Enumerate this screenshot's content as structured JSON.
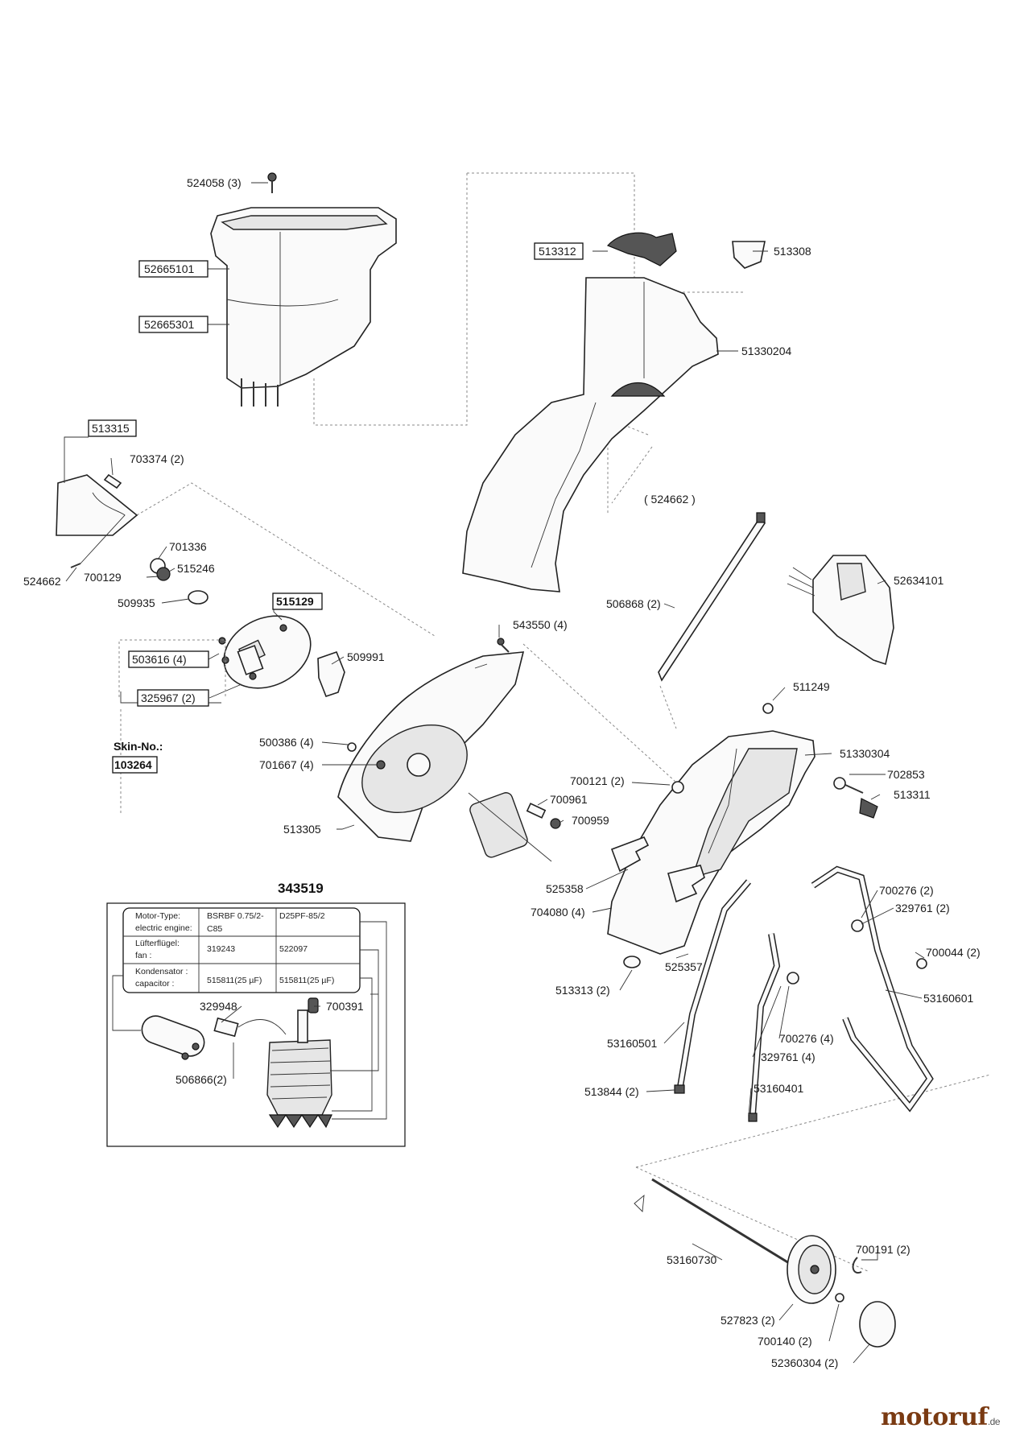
{
  "labels": {
    "p524058": "524058 (3)",
    "p52665101": "52665101",
    "p52665301": "52665301",
    "p513312": "513312",
    "p513308": "513308",
    "p51330204": "51330204",
    "p524662_paren": "( 524662 )",
    "p513315": "513315",
    "p703374": "703374 (2)",
    "p701336": "701336",
    "p515246": "515246",
    "p524662": "524662",
    "p700129": "700129",
    "p509935": "509935",
    "p515129": "515129",
    "p503616": "503616 (4)",
    "p325967": "325967 (2)",
    "p509991": "509991",
    "skin_no": "Skin-No.:",
    "p103264": "103264",
    "p543550": "543550 (4)",
    "p506868": "506868 (2)",
    "p52634101": "52634101",
    "p511249": "511249",
    "p500386": "500386 (4)",
    "p701667": "701667 (4)",
    "p51330304": "51330304",
    "p702853": "702853",
    "p513311": "513311",
    "p700121": "700121 (2)",
    "p700961": "700961",
    "p700959": "700959",
    "p513305": "513305",
    "p343519": "343519",
    "p525358": "525358",
    "p700276a": "700276 (2)",
    "p329761a": "329761 (2)",
    "p704080": "704080 (4)",
    "p700044": "700044 (2)",
    "p525357": "525357",
    "p513313": "513313 (2)",
    "p53160601": "53160601",
    "p329948": "329948",
    "p700391": "700391",
    "p700276b": "700276 (4)",
    "p53160501": "53160501",
    "p329761b": "329761 (4)",
    "p506866": "506866(2)",
    "p513844": "513844 (2)",
    "p53160401": "53160401",
    "p53160730": "53160730",
    "p700191": "700191 (2)",
    "p527823": "527823 (2)",
    "p700140": "700140 (2)",
    "p52360304": "52360304 (2)"
  },
  "motor_table": {
    "rows": [
      {
        "label1": "Motor-Type:",
        "label2": "electric engine:",
        "v1a": "BSRBF 0.75/2-",
        "v1b": "C85",
        "v2": "D25PF-85/2"
      },
      {
        "label1": "Lüfterflügel:",
        "label2": "fan :",
        "v1a": "319243",
        "v1b": "",
        "v2": "522097"
      },
      {
        "label1": "Kondensator :",
        "label2": "capacitor :",
        "v1a": "515811(25 µF)",
        "v1b": "",
        "v2": "515811(25 µF)"
      }
    ]
  },
  "brand": {
    "name": "motoruf",
    "tld": ".de"
  }
}
